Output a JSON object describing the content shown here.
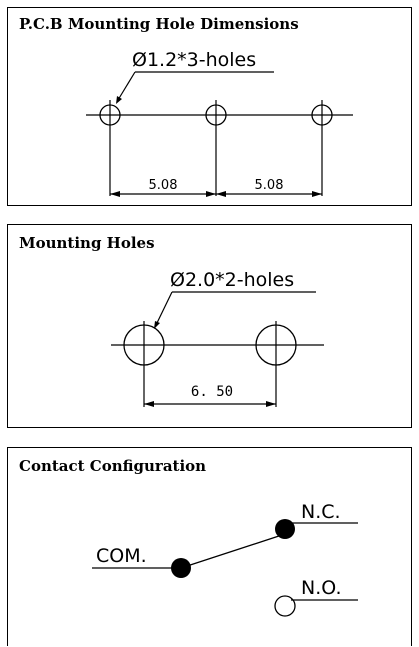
{
  "panels": {
    "pcb": {
      "title": "P.C.B Mounting Hole Dimensions",
      "hole_label": "Ø1.2*3-holes",
      "dim_left": "5.08",
      "dim_right": "5.08"
    },
    "mounting": {
      "title": "Mounting Holes",
      "hole_label": "Ø2.0*2-holes",
      "dim": "6. 50"
    },
    "contact": {
      "title": "Contact Configuration",
      "com": "COM.",
      "nc": "N.C.",
      "no": "N.O."
    }
  },
  "colors": {
    "line": "#000000",
    "background": "#ffffff"
  }
}
